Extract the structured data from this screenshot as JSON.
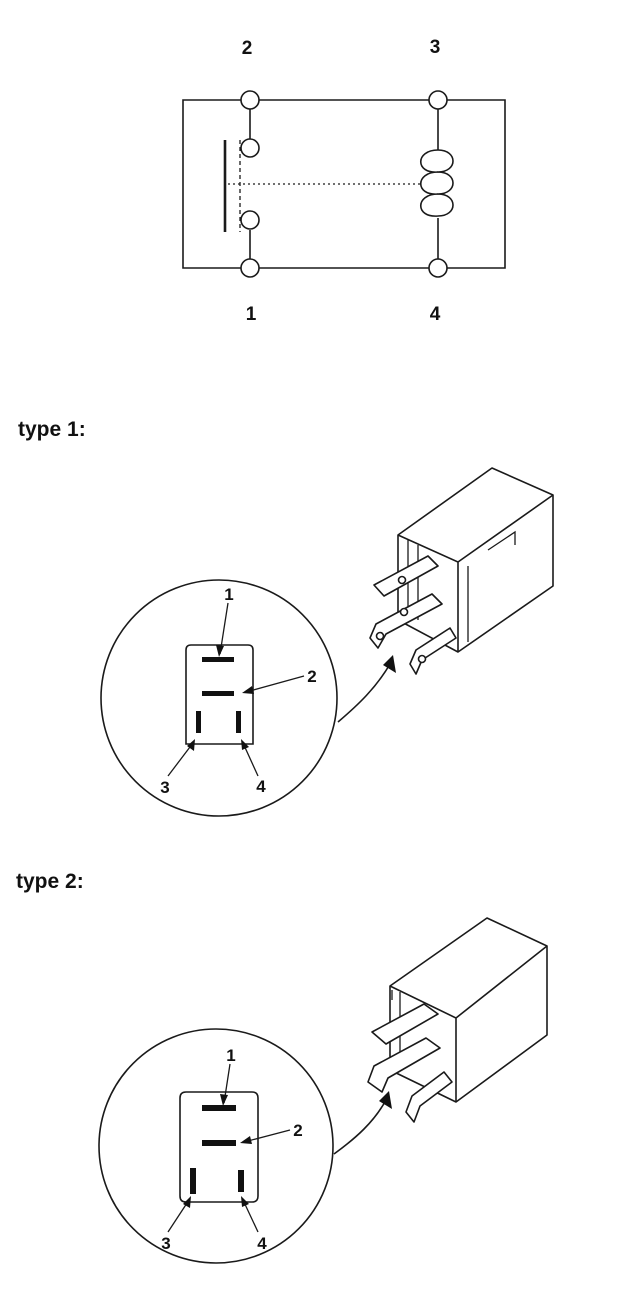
{
  "schematic": {
    "pin_top_left": "2",
    "pin_top_right": "3",
    "pin_bottom_left": "1",
    "pin_bottom_right": "4"
  },
  "type1": {
    "label": "type 1:",
    "callouts": [
      "1",
      "2",
      "3",
      "4"
    ]
  },
  "type2": {
    "label": "type 2:",
    "callouts": [
      "1",
      "2",
      "3",
      "4"
    ]
  },
  "colors": {
    "ink": "#111111",
    "background": "#ffffff"
  }
}
